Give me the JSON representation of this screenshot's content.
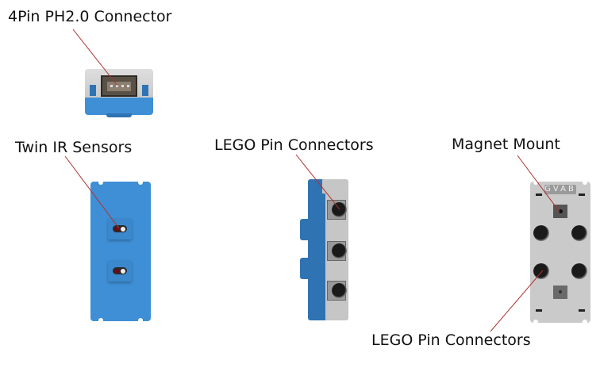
{
  "labels": {
    "connector": "4Pin PH2.0 Connector",
    "ir_sensors": "Twin IR Sensors",
    "lego_side": "LEGO Pin Connectors",
    "magnet": "Magnet Mount",
    "lego_back": "LEGO Pin Connectors"
  },
  "back_silkscreen": "GVAB",
  "colors": {
    "body_blue": "#3f8fd6",
    "body_gray": "#c6c6c6",
    "leader_line": "#b03030"
  }
}
